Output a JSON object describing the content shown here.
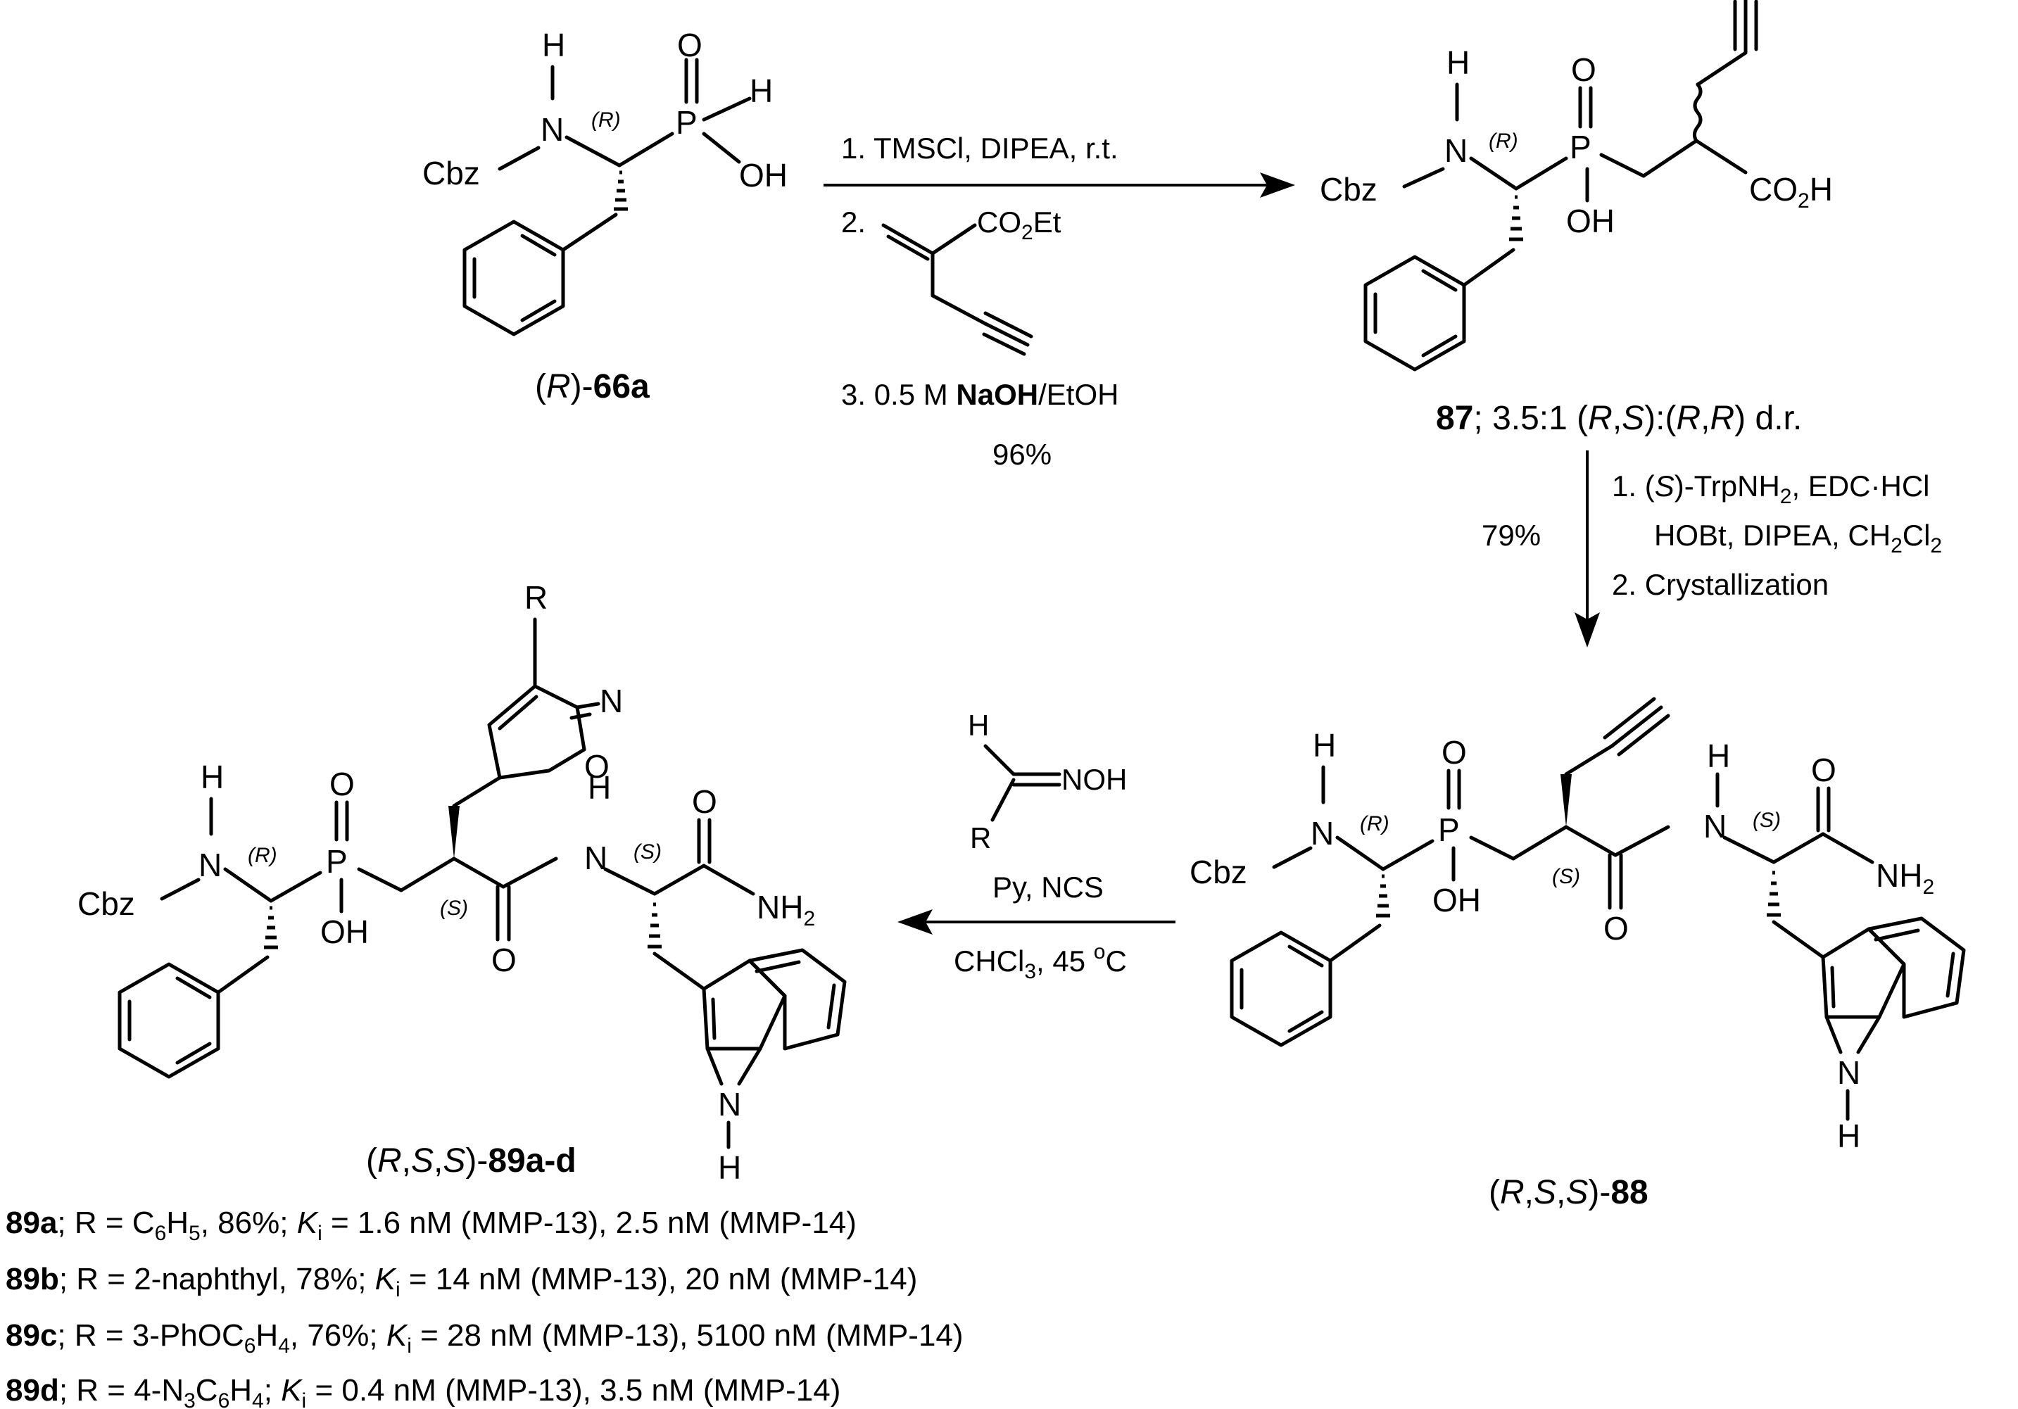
{
  "compounds": {
    "c66a": {
      "pre": "(",
      "italic": "R",
      "post": ")-",
      "bold": "66a"
    },
    "c87": {
      "bold": "87",
      "text": "; 3.5:1 (",
      "i1": "R",
      "s1": ",",
      "i2": "S",
      "s2": "):(",
      "i3": "R",
      "s3": ",",
      "i4": "R",
      "s4": ") d.r."
    },
    "c88": {
      "pre": "(",
      "i1": "R",
      "s1": ",",
      "i2": "S",
      "s2": ",",
      "i3": "S",
      "post": ")-",
      "bold": "88"
    },
    "c89": {
      "pre": "(",
      "i1": "R",
      "s1": ",",
      "i2": "S",
      "s2": ",",
      "i3": "S",
      "post": ")-",
      "bold": "89a-d"
    }
  },
  "step1": {
    "line1": "1. TMSCl, DIPEA, r.t.",
    "line2_prefix": "2.",
    "acrylate_label": "CO",
    "acrylate_sub": "2",
    "acrylate_suffix": "Et",
    "line3_pre": "3. 0.5 M ",
    "line3_bold": "NaOH",
    "line3_post": "/EtOH",
    "yield": "96%"
  },
  "step2": {
    "yield": "79%",
    "l1_pre": "1. (",
    "l1_i": "S",
    "l1_mid": ")-TrpNH",
    "l1_sub": "2",
    "l1_post": ", EDC",
    "l1_dot": "·",
    "l1_end": "HCl",
    "l2_pre": "HOBt, DIPEA, CH",
    "l2_sub1": "2",
    "l2_mid": "Cl",
    "l2_sub2": "2",
    "l3": "2. Crystallization"
  },
  "step3": {
    "oxime_h": "H",
    "oxime_n": "NOH",
    "oxime_r": "R",
    "line1": "Py, NCS",
    "line2_pre": "CHCl",
    "line2_sub": "3",
    "line2_mid": ", 45 ",
    "line2_sup": "o",
    "line2_end": "C"
  },
  "atoms": {
    "H": "H",
    "N": "N",
    "O": "O",
    "P": "P",
    "OH": "OH",
    "Cbz": "Cbz",
    "CO2H_a": "CO",
    "CO2H_sub": "2",
    "CO2H_b": "H",
    "NH2_a": "NH",
    "NH2_sub": "2",
    "R_italic": "R",
    "S_italic": "S",
    "R": "R"
  },
  "results": [
    {
      "id": "89a",
      "t1": "; R = C",
      "s1": "6",
      "t2": "H",
      "s2": "5",
      "t3": ", 86%; ",
      "k": "K",
      "ki": "i",
      "t4": " = 1.6 nM (MMP-13), 2.5 nM (MMP-14)"
    },
    {
      "id": "89b",
      "t1": "; R = 2-naphthyl, 78%; ",
      "s1": "",
      "t2": "",
      "s2": "",
      "t3": "",
      "k": "K",
      "ki": "i",
      "t4": " = 14 nM (MMP-13), 20 nM (MMP-14)"
    },
    {
      "id": "89c",
      "t1": "; R = 3-PhOC",
      "s1": "6",
      "t2": "H",
      "s2": "4",
      "t3": ", 76%; ",
      "k": "K",
      "ki": "i",
      "t4": " = 28 nM (MMP-13), 5100 nM (MMP-14)"
    },
    {
      "id": "89d",
      "t1": "; R = 4-N",
      "s1": "3",
      "t2": "C",
      "s2": "6",
      "t3": "H",
      "s3": "4",
      "t3b": "; ",
      "k": "K",
      "ki": "i",
      "t4": " = 0.4 nM (MMP-13), 3.5 nM (MMP-14)"
    }
  ]
}
